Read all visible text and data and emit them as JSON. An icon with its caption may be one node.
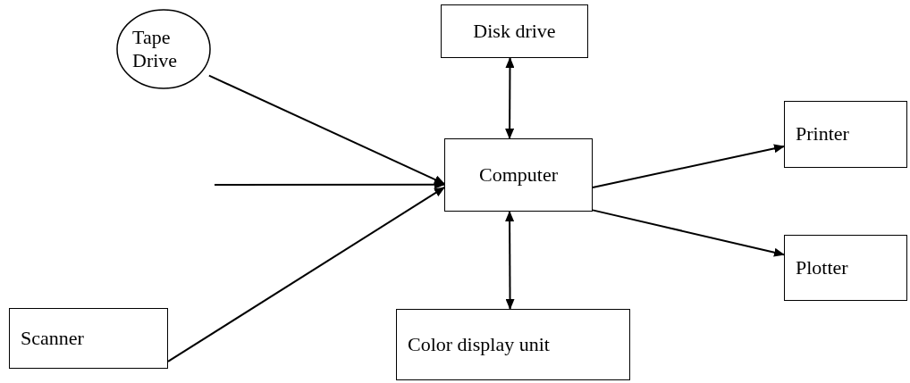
{
  "diagram": {
    "nodes": [
      {
        "text": [
          "Tape Drive"
        ]
      },
      {
        "text": [
          "Disk drive"
        ]
      },
      {
        "text": [
          "Printer"
        ]
      },
      {
        "text": [
          "Computer"
        ]
      },
      {
        "text": [
          "Plotter"
        ]
      },
      {
        "text": [
          "Scanner"
        ]
      },
      {
        "text": [
          "Color display unit"
        ]
      }
    ],
    "edges": [
      {
        "from": 0,
        "to": 3,
        "arrow": "to"
      },
      {
        "from": null,
        "to": 3,
        "arrow": "to"
      },
      {
        "from": 5,
        "to": 3,
        "arrow": "to"
      },
      {
        "from": 1,
        "to": 3,
        "arrow": "both"
      },
      {
        "from": 3,
        "to": 2,
        "arrow": "to"
      },
      {
        "from": 3,
        "to": 4,
        "arrow": "to"
      },
      {
        "from": 3,
        "to": 6,
        "arrow": "both"
      }
    ]
  }
}
